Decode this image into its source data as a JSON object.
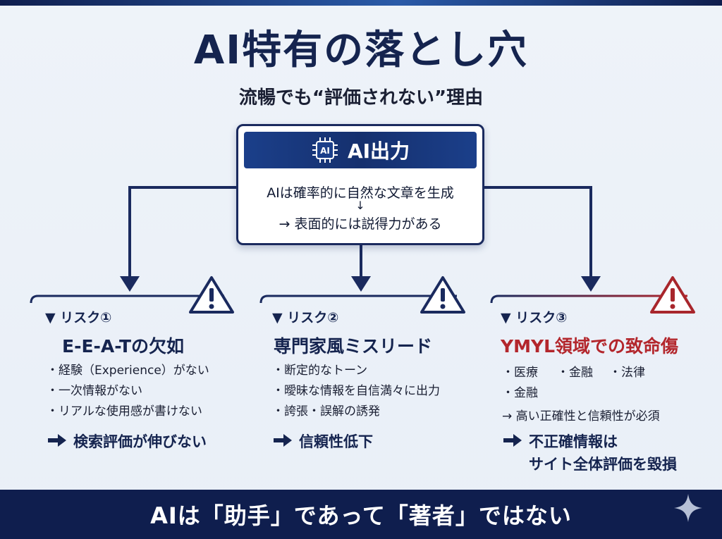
{
  "title": "AI特有の落とし穴",
  "subtitle": "流暢でも“評価されない”理由",
  "ai_box": {
    "chip_icon": "AI",
    "header": "AI出力",
    "line1": "AIは確率的に自然な文章を生成",
    "arrow": "↓",
    "line2": "→ 表面的には説得力がある"
  },
  "risks": [
    {
      "label": "▼ リスク①",
      "title": "E-E-A-Tの欠如",
      "bullets": [
        "・経験（Experience）がない",
        "・一次情報がない",
        "・リアルな使用感が書けない"
      ],
      "conclusion": "検索評価が伸びない"
    },
    {
      "label": "▼ リスク②",
      "title": "専門家風ミスリード",
      "bullets": [
        "・断定的なトーン",
        "・曖昧な情報を自信満々に出力",
        "・誇張・誤解の誘発"
      ],
      "conclusion": "信頼性低下"
    },
    {
      "label": "▼ リスク③",
      "title": "YMYL領域での致命傷",
      "bullets_row1": [
        "・医療",
        "・金融",
        "・法律"
      ],
      "bullets_row2": [
        "・金融"
      ],
      "note": "→ 高い正確性と信頼性が必須",
      "conclusion": "不正確情報は\nサイト全体評価を毀損"
    }
  ],
  "footer": "AIは「助手」であって「著者」ではない",
  "colors": {
    "navy": "#15244f",
    "accent_red": "#b3262c",
    "footer_bg": "#0f1e4e"
  }
}
